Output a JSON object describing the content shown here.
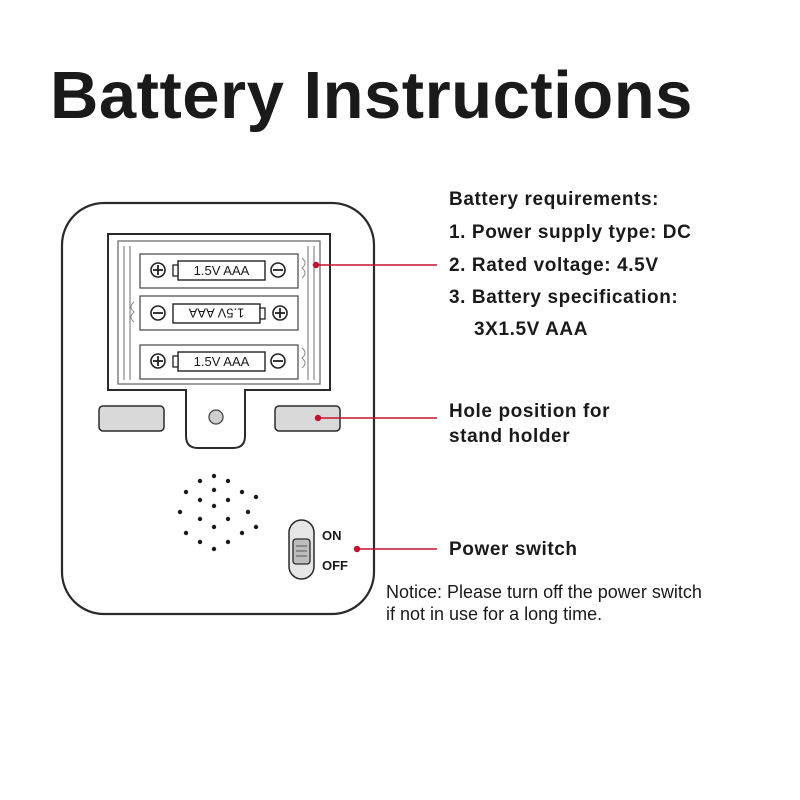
{
  "title": "Battery Instructions",
  "requirements": {
    "heading": "Battery requirements:",
    "items": [
      "1. Power supply type: DC",
      "2. Rated voltage: 4.5V",
      "3. Battery specification:",
      "3X1.5V AAA"
    ]
  },
  "batteries": [
    {
      "label": "1.5V AAA",
      "orientation": "normal"
    },
    {
      "label": "1.5V AAA",
      "orientation": "flipped"
    },
    {
      "label": "1.5V AAA",
      "orientation": "normal"
    }
  ],
  "stand_holder": {
    "lines": [
      "Hole position for",
      "stand holder"
    ]
  },
  "power_switch": {
    "label": "Power switch",
    "on_label": "ON",
    "off_label": "OFF"
  },
  "notice": {
    "lines": [
      "Notice: Please turn off the power switch",
      "if not in use for a long time."
    ]
  },
  "colors": {
    "text": "#1a1a1a",
    "leader_line": "#c8102e",
    "device_outline": "#2a2a2a",
    "slot_fill": "#d9d9d9"
  }
}
